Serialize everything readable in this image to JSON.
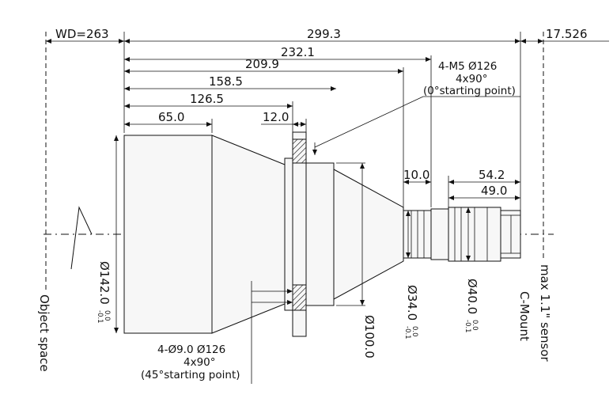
{
  "dimensions": {
    "wd": "WD=263",
    "overall": "299.3",
    "sensor_offset": "17.526",
    "d232": "232.1",
    "d209": "209.9",
    "d158": "158.5",
    "d126": "126.5",
    "d65": "65.0",
    "d12": "12.0",
    "d10": "10.0",
    "d54": "54.2",
    "d49": "49.0"
  },
  "diameters": {
    "front": {
      "value": "Ø142.0",
      "tol_upper": "0.0",
      "tol_lower": "-0.1"
    },
    "flange": {
      "value": "Ø100.0"
    },
    "small_front": {
      "value": "Ø34.0",
      "tol_upper": "0.0",
      "tol_lower": "-0.1"
    },
    "small_rear": {
      "value": "Ø40.0",
      "tol_upper": "0.0",
      "tol_lower": "-0.1"
    }
  },
  "notes": {
    "m5_line1": "4-M5 Ø126",
    "m5_line2": "4x90°",
    "m5_line3": "(0°starting point)",
    "hole_line1": "4-Ø9.0  Ø126",
    "hole_line2": "4x90°",
    "hole_line3": "(45°starting point)"
  },
  "labels": {
    "object_space": "Object space",
    "c_mount": "C-Mount",
    "sensor": "max 1.1\" sensor"
  }
}
